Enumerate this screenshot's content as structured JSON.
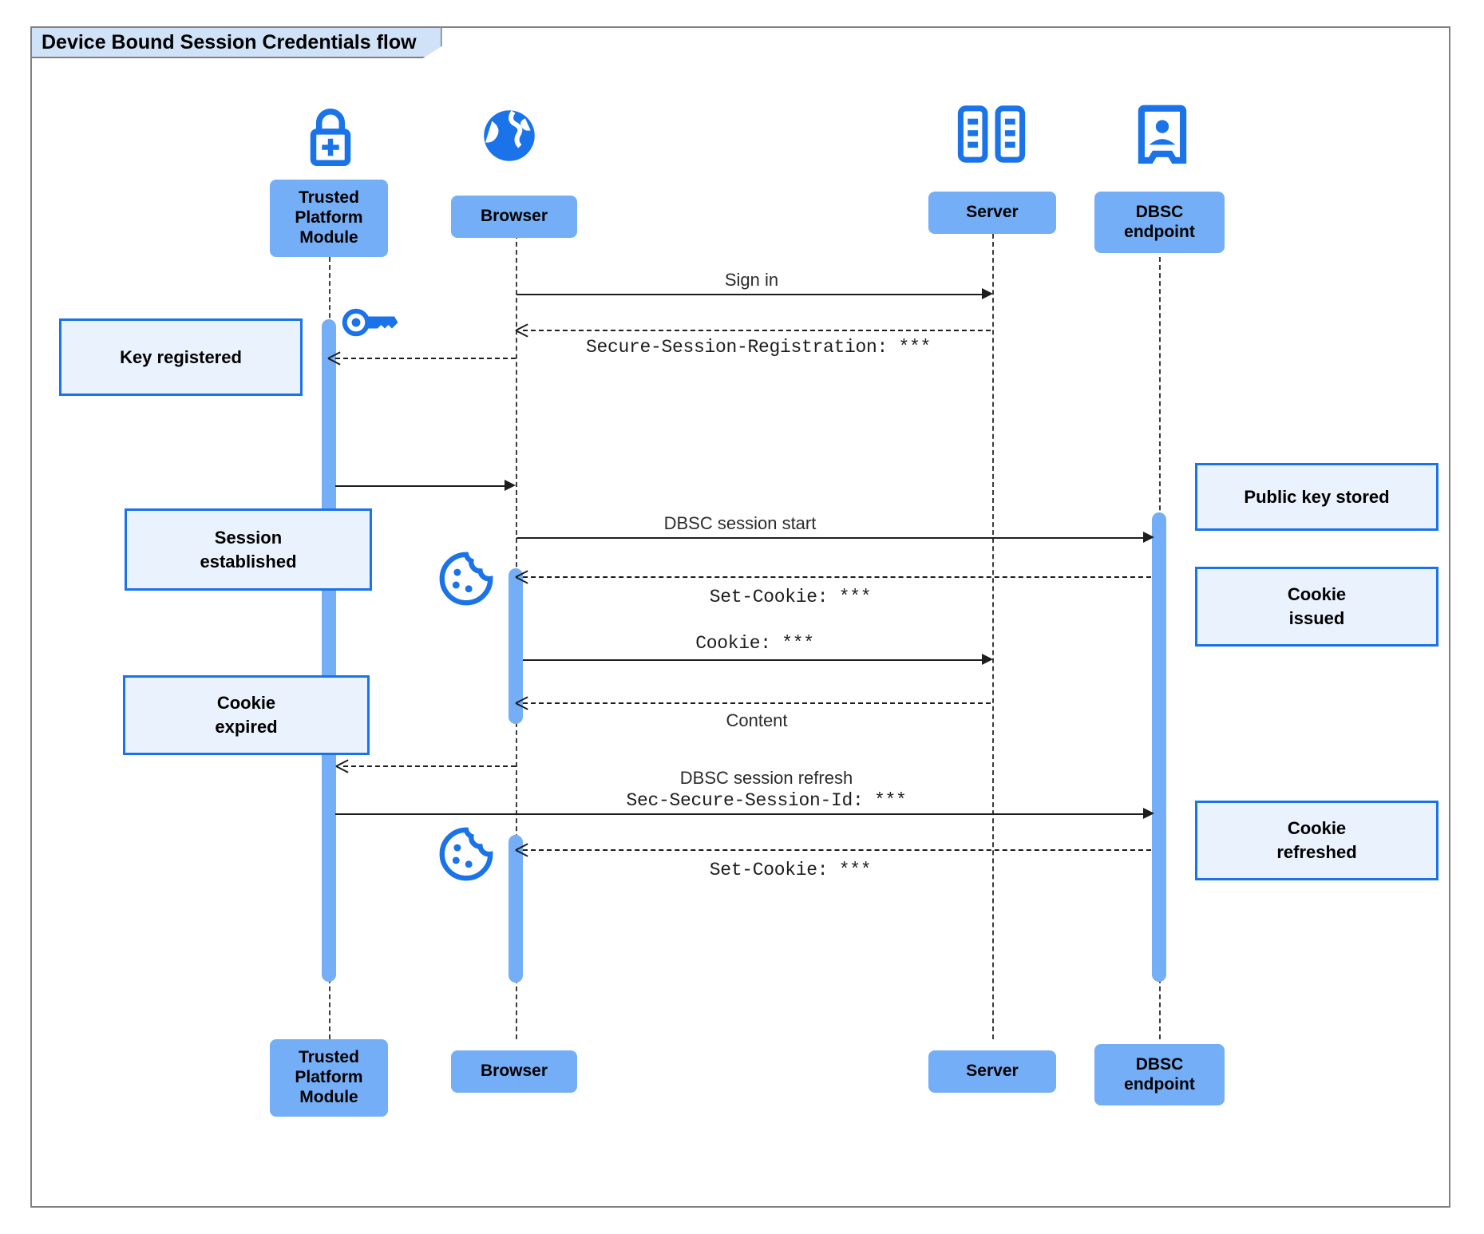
{
  "diagram": {
    "title": "Device Bound Session Credentials flow",
    "type": "uml-sequence-diagram",
    "colors": {
      "participant_fill": "#74aef6",
      "note_fill": "#eaf2fe",
      "note_border": "#1a73e8",
      "icon_blue": "#1a73e8",
      "activation_bar": "#74aef6",
      "frame_border": "#808080",
      "title_tab_fill": "#cfe2f7"
    }
  },
  "participants": [
    {
      "id": "tpm",
      "label": "Trusted\nPlatform\nModule",
      "icon": "padlock-plus-icon"
    },
    {
      "id": "browser",
      "label": "Browser",
      "icon": "globe-icon"
    },
    {
      "id": "server",
      "label": "Server",
      "icon": "server-rack-icon"
    },
    {
      "id": "dbsc",
      "label": "DBSC\nendpoint",
      "icon": "id-badge-icon"
    }
  ],
  "messages": [
    {
      "id": "m1",
      "from": "browser",
      "to": "server",
      "style": "solid",
      "label": "Sign in"
    },
    {
      "id": "m2",
      "from": "server",
      "to": "browser",
      "style": "dashed",
      "label": "Secure-Session-Registration: ***",
      "mono": true
    },
    {
      "id": "m3",
      "from": "browser",
      "to": "tpm",
      "style": "dashed",
      "label": ""
    },
    {
      "id": "m4",
      "from": "tpm",
      "to": "browser",
      "style": "solid",
      "label": ""
    },
    {
      "id": "m5",
      "from": "browser",
      "to": "dbsc",
      "style": "solid",
      "label": "DBSC session start"
    },
    {
      "id": "m6",
      "from": "dbsc",
      "to": "browser",
      "style": "dashed",
      "label": "Set-Cookie: ***",
      "mono": true
    },
    {
      "id": "m7",
      "from": "browser",
      "to": "server",
      "style": "solid",
      "label": "Cookie: ***",
      "mono": true
    },
    {
      "id": "m8",
      "from": "server",
      "to": "browser",
      "style": "dashed",
      "label": "Content"
    },
    {
      "id": "m9",
      "from": "browser",
      "to": "tpm",
      "style": "dashed",
      "label": ""
    },
    {
      "id": "m10",
      "from": "tpm",
      "to": "dbsc",
      "style": "solid",
      "label": "DBSC session refresh",
      "label2": "Sec-Secure-Session-Id: ***"
    },
    {
      "id": "m11",
      "from": "dbsc",
      "to": "browser",
      "style": "dashed",
      "label": "Set-Cookie: ***",
      "mono": true
    }
  ],
  "notes": [
    {
      "id": "n1",
      "text": "Key registered",
      "side": "left",
      "anchor": "tpm"
    },
    {
      "id": "n2",
      "text": "Session\nestablished",
      "side": "left",
      "anchor": "tpm"
    },
    {
      "id": "n3",
      "text": "Cookie\nexpired",
      "side": "left",
      "anchor": "tpm"
    },
    {
      "id": "n4",
      "text": "Public key stored",
      "side": "right",
      "anchor": "dbsc"
    },
    {
      "id": "n5",
      "text": "Cookie\nissued",
      "side": "right",
      "anchor": "dbsc"
    },
    {
      "id": "n6",
      "text": "Cookie\nrefreshed",
      "side": "right",
      "anchor": "dbsc"
    }
  ],
  "inline_icons": [
    {
      "id": "i1",
      "name": "key-icon",
      "near": "tpm"
    },
    {
      "id": "i2",
      "name": "cookie-icon",
      "near": "browser"
    },
    {
      "id": "i3",
      "name": "cookie-icon",
      "near": "browser"
    }
  ]
}
